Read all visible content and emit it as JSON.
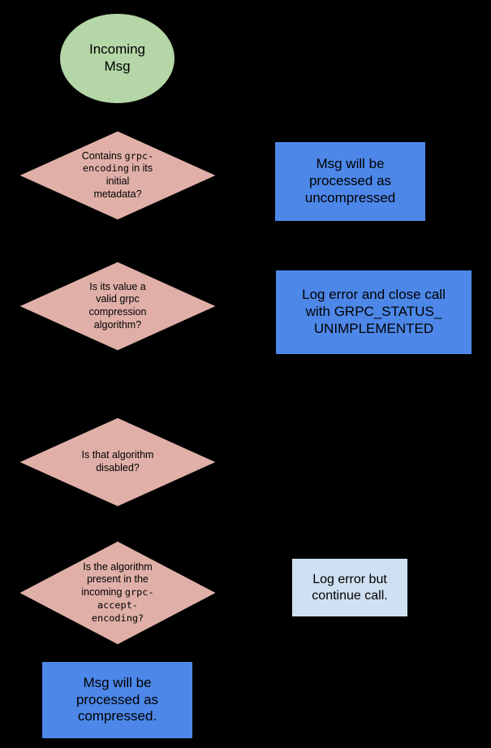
{
  "diagram": {
    "type": "flowchart",
    "title": "gRPC incoming message compression handling",
    "background_color": "#000000",
    "colors": {
      "start_fill": "#b5d6a7",
      "decision_fill": "#e0b0a8",
      "decision_stroke": "#000000",
      "process_fill": "#4d87e8",
      "note_fill": "#cfe0f2",
      "text": "#000000"
    },
    "nodes": {
      "start": {
        "shape": "ellipse",
        "text": "Incoming\nMsg"
      },
      "decision_1": {
        "shape": "diamond",
        "text_before": "Contains ",
        "text_mono": "grpc-\nencoding",
        "text_after": " in its\ninitial\nmetadata?",
        "plain_text": "Contains grpc-encoding in its initial metadata?"
      },
      "decision_2": {
        "shape": "diamond",
        "text": "Is its value a\nvalid grpc\ncompression\nalgorithm?"
      },
      "decision_3": {
        "shape": "diamond",
        "text": "Is that algorithm\ndisabled?"
      },
      "decision_4": {
        "shape": "diamond",
        "text_before": "Is the algorithm\npresent in the\nincoming ",
        "text_mono": "grpc-\naccept-\nencoding",
        "text_after": "?",
        "plain_text": "Is the algorithm present in the incoming grpc-accept-encoding?"
      },
      "result_uncompressed": {
        "shape": "rect",
        "text": "Msg will be\nprocessed as\nuncompressed"
      },
      "result_unimplemented": {
        "shape": "rect",
        "text": "Log error and close call\nwith GRPC_STATUS_\nUNIMPLEMENTED"
      },
      "result_log_continue": {
        "shape": "rect",
        "text": "Log error but\ncontinue call."
      },
      "result_compressed": {
        "shape": "rect",
        "text": "Msg will be\nprocessed as\ncompressed."
      }
    }
  }
}
